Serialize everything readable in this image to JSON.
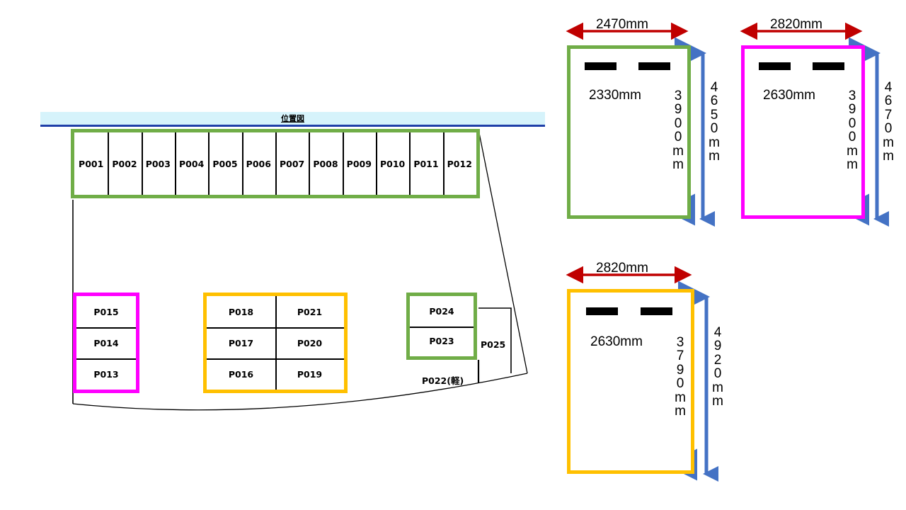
{
  "title": "位置図",
  "colors": {
    "green": "#70ad47",
    "magenta": "#ff00ff",
    "yellow": "#ffc000",
    "red_arrow": "#c00000",
    "blue_arrow": "#4472c4",
    "title_band": "#d6f3fb",
    "title_rule": "#1f3fa8",
    "stopper": "#000000"
  },
  "site_map": {
    "top_row": {
      "border_color": "green",
      "stalls": [
        "P001",
        "P002",
        "P003",
        "P004",
        "P005",
        "P006",
        "P007",
        "P008",
        "P009",
        "P010",
        "P011",
        "P012"
      ]
    },
    "magenta_block": {
      "border_color": "magenta",
      "stalls": [
        "P015",
        "P014",
        "P013"
      ]
    },
    "yellow_block": {
      "border_color": "yellow",
      "rows": [
        [
          "P018",
          "P021"
        ],
        [
          "P017",
          "P020"
        ],
        [
          "P016",
          "P019"
        ]
      ]
    },
    "green_block": {
      "border_color": "green",
      "stalls": [
        "P024",
        "P023"
      ]
    },
    "unboxed_stalls": [
      {
        "label": "P025"
      },
      {
        "label": "P022(軽)"
      }
    ]
  },
  "dimension_diagrams": [
    {
      "id": "green",
      "border_color": "#70ad47",
      "outer_width": "2470mm",
      "inner_width": "2330mm",
      "inner_height": "3900mm",
      "outer_height": "4650mm"
    },
    {
      "id": "magenta",
      "border_color": "#ff00ff",
      "outer_width": "2820mm",
      "inner_width": "2630mm",
      "inner_height": "3900mm",
      "outer_height": "4670mm"
    },
    {
      "id": "yellow",
      "border_color": "#ffc000",
      "outer_width": "2820mm",
      "inner_width": "2630mm",
      "inner_height": "3790mm",
      "outer_height": "4920mm"
    }
  ]
}
